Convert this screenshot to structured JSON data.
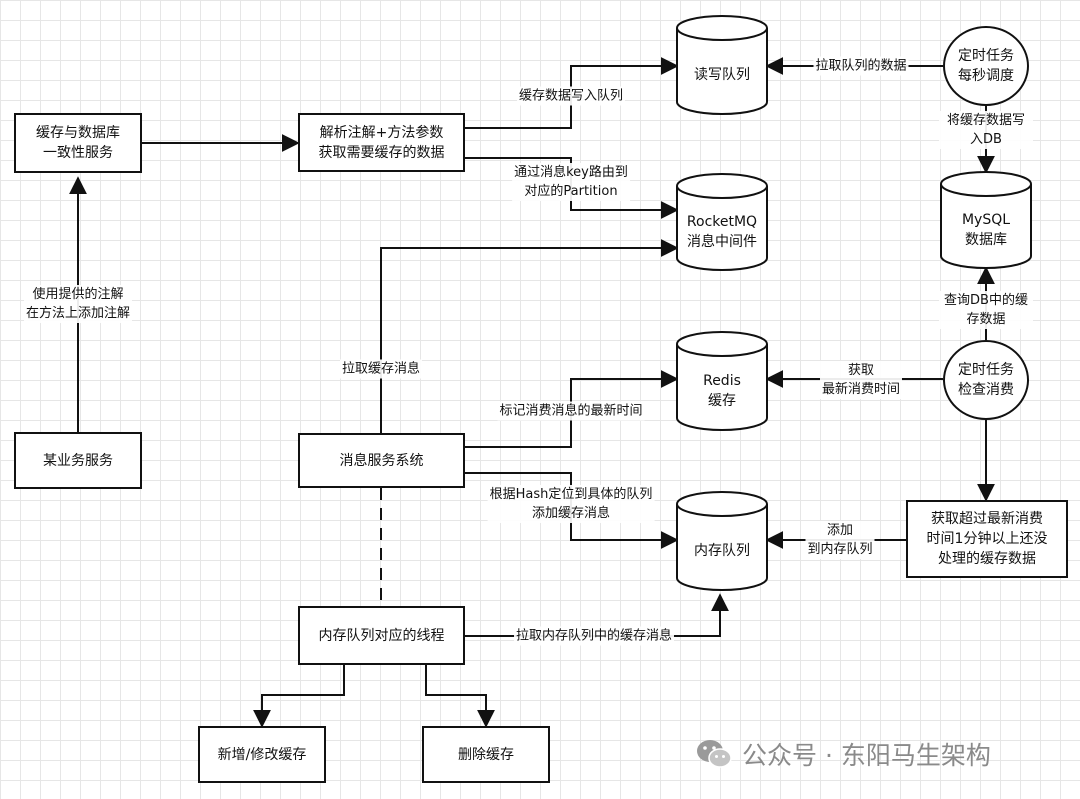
{
  "nodes": {
    "consistency": "缓存与数据库\n一致性服务",
    "business": "某业务服务",
    "parse": "解析注解+方法参数\n获取需要缓存的数据",
    "msgsys": "消息服务系统",
    "mqthread": "内存队列对应的线程",
    "addmod": "新增/修改缓存",
    "del": "删除缓存",
    "rwqueue": "读写队列",
    "rocketmq": "RocketMQ\n消息中间件",
    "redis": "Redis\n缓存",
    "memqueue": "内存队列",
    "mysql": "MySQL\n数据库",
    "task1": "定时任务\n每秒调度",
    "task2": "定时任务\n检查消费",
    "fetch": "获取超过最新消费\n时间1分钟以上还没\n处理的缓存数据"
  },
  "edges": {
    "use_annotation": "使用提供的注解\n在方法上添加注解",
    "write_queue": "缓存数据写入队列",
    "route_partition": "通过消息key路由到\n对应的Partition",
    "pull_cache_msg": "拉取缓存消息",
    "mark_time": "标记消费消息的最新时间",
    "hash_locate": "根据Hash定位到具体的队列\n添加缓存消息",
    "pull_mem_queue": "拉取内存队列中的缓存消息",
    "pull_queue_data": "拉取队列的数据",
    "write_db": "将缓存数据写入DB",
    "query_db": "查询DB中的缓存数据",
    "get_latest": "获取\n最新消费时间",
    "add_to_queue": "添加\n到内存队列"
  },
  "watermark": {
    "text": "公众号 · 东阳马生架构",
    "icon": "wechat-icon"
  }
}
